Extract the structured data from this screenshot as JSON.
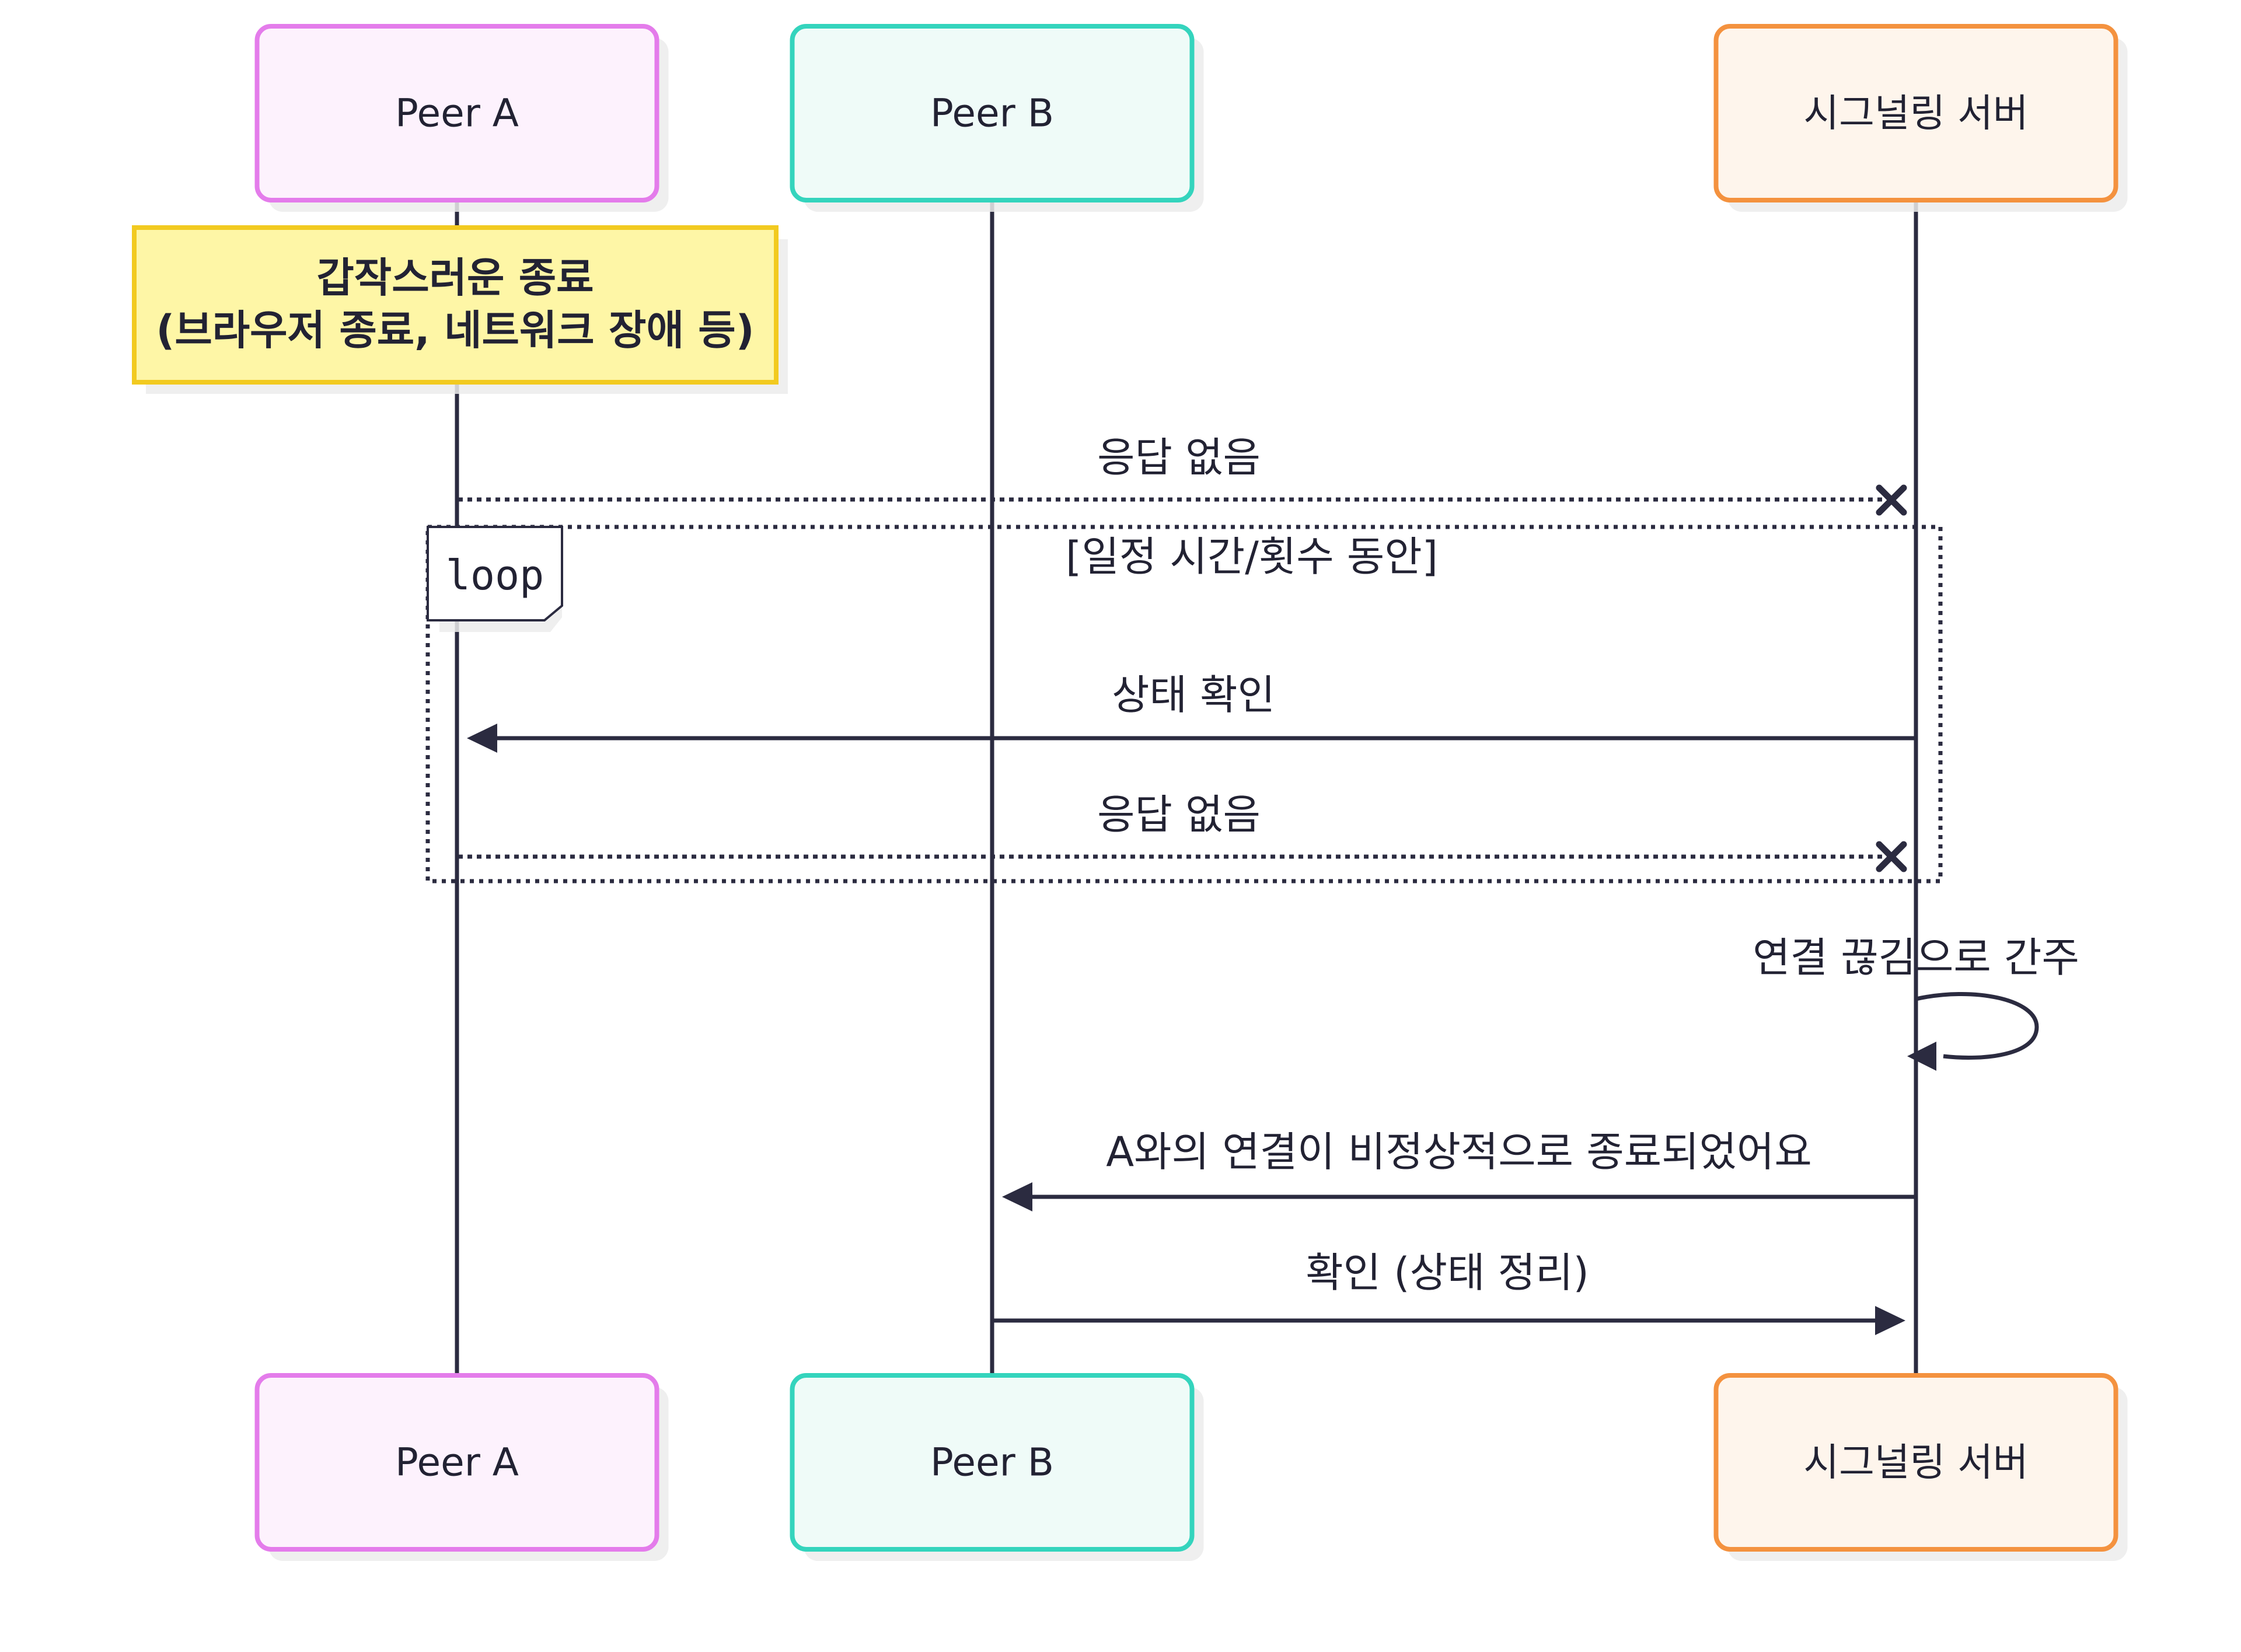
{
  "actors": [
    {
      "id": "peerA",
      "label": "Peer A",
      "fill": "#fdf2fd",
      "stroke": "#e47ceb"
    },
    {
      "id": "peerB",
      "label": "Peer B",
      "fill": "#effbf8",
      "stroke": "#34d4bd"
    },
    {
      "id": "server",
      "label": "시그널링 서버",
      "fill": "#fef5ec",
      "stroke": "#f4923f"
    }
  ],
  "note": {
    "over": "peerA",
    "lines": [
      "갑작스러운 종료",
      "(브라우저 종료, 네트워크 장애 등)"
    ],
    "fill": "#fef6a6",
    "stroke": "#f2ca20"
  },
  "loop": {
    "label": "loop",
    "condition": "[일정 시간/횟수 동안]"
  },
  "messages": [
    {
      "from": "peerA",
      "to": "server",
      "text": "응답 없음",
      "style": "dotted-cross"
    },
    {
      "from": "server",
      "to": "peerA",
      "text": "상태 확인",
      "style": "solid-arrow"
    },
    {
      "from": "peerA",
      "to": "server",
      "text": "응답 없음",
      "style": "dotted-cross"
    },
    {
      "from": "server",
      "to": "server",
      "text": "연결 끊김으로 간주",
      "style": "self"
    },
    {
      "from": "server",
      "to": "peerB",
      "text": "A와의 연결이 비정상적으로 종료되었어요",
      "style": "solid-arrow"
    },
    {
      "from": "peerB",
      "to": "server",
      "text": "확인 (상태 정리)",
      "style": "solid-arrow"
    }
  ],
  "colors": {
    "line": "#2b2b40",
    "text": "#222233",
    "shadow": "#ececec"
  }
}
